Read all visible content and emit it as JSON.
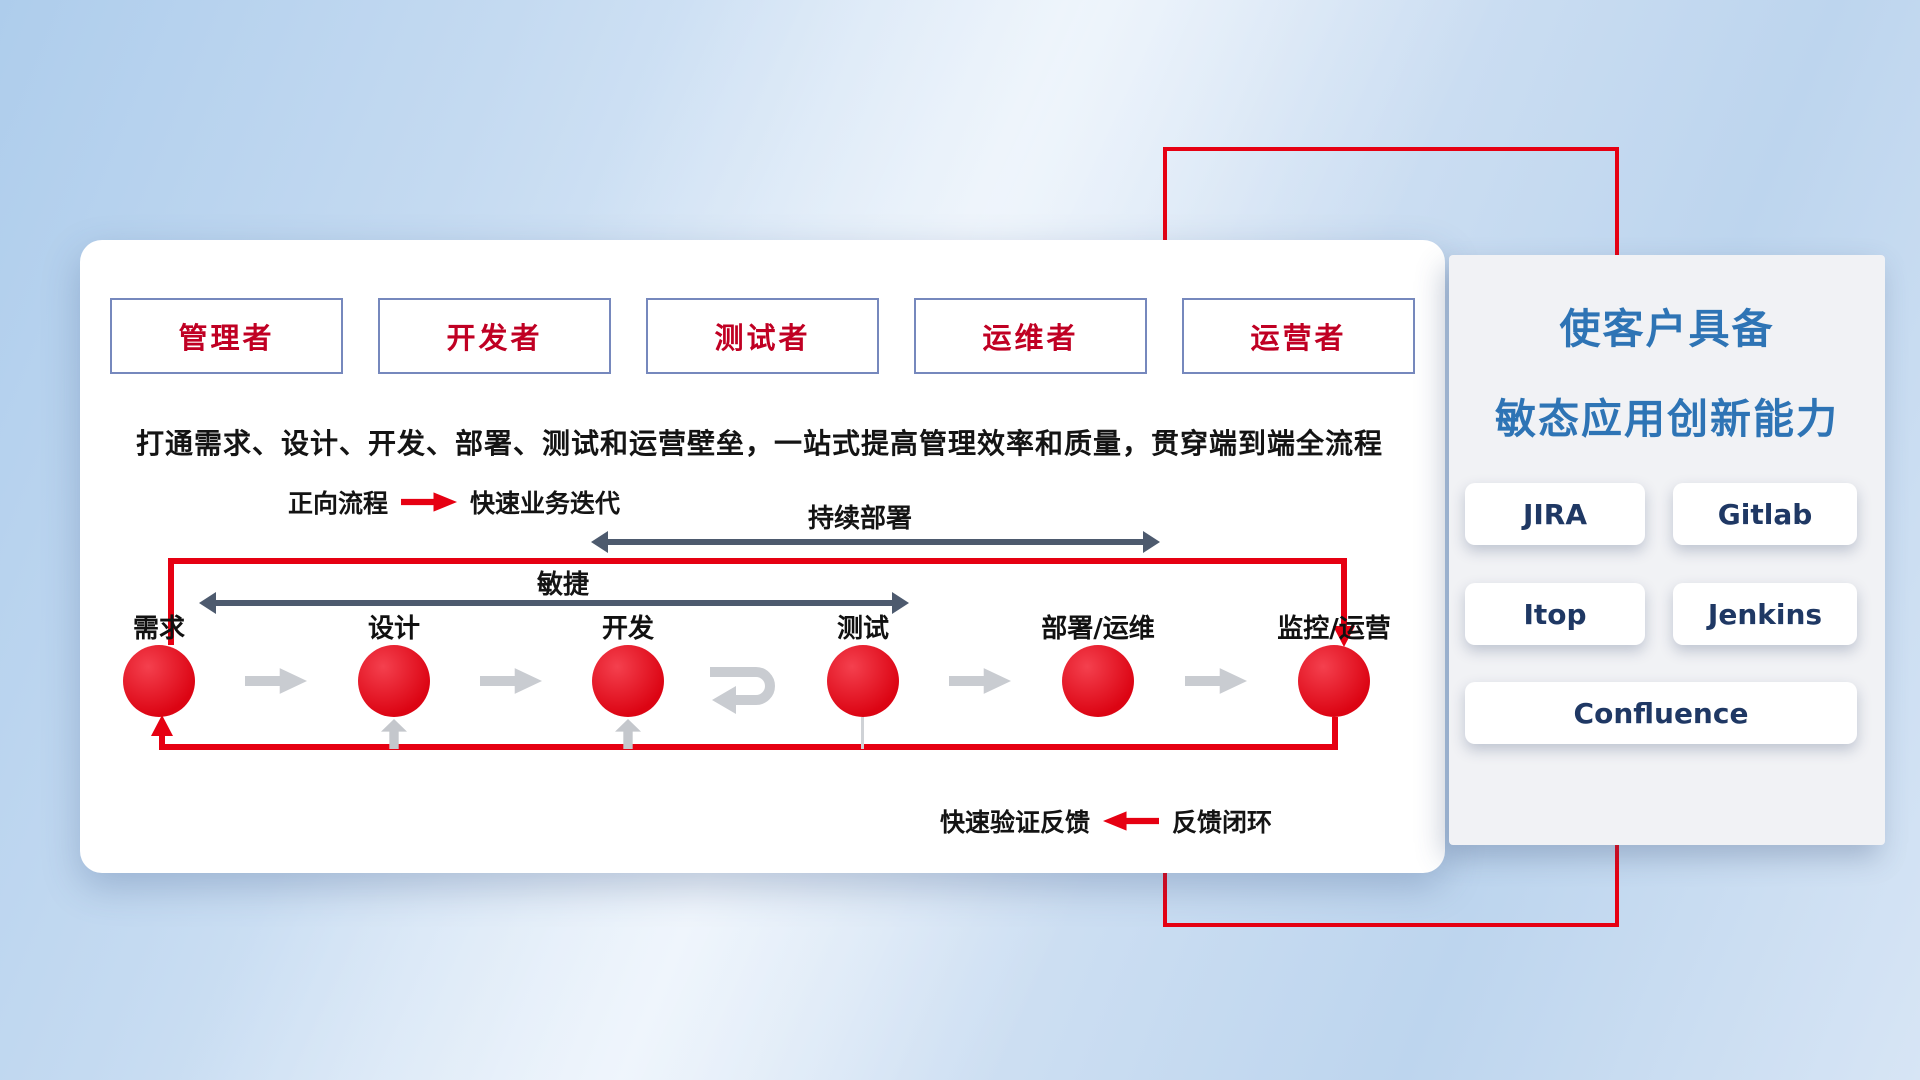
{
  "roles": [
    "管理者",
    "开发者",
    "测试者",
    "运维者",
    "运营者"
  ],
  "description": "打通需求、设计、开发、部署、测试和运营壁垒，一站式提高管理效率和质量，贯穿端到端全流程",
  "forward_legend": {
    "label": "正向流程",
    "caption": "快速业务迭代"
  },
  "feedback_legend": {
    "caption": "快速验证反馈",
    "label": "反馈闭环"
  },
  "flow": {
    "stages": [
      "需求",
      "设计",
      "开发",
      "测试",
      "部署/运维",
      "监控/运营"
    ],
    "agile_label": "敏捷",
    "continuous_deploy_label": "持续部署"
  },
  "capability_panel": {
    "title_line1": "使客户具备",
    "title_line2": "敏态应用创新能力",
    "tools": [
      "JIRA",
      "Gitlab",
      "Itop",
      "Jenkins",
      "Confluence"
    ]
  },
  "icons": {
    "forward_arrow": "red-right-arrow",
    "feedback_arrow": "red-left-arrow",
    "iteration": "gray-loop-arrow",
    "flow_step": "gray-right-arrow"
  },
  "colors": {
    "accent_red": "#e60012",
    "title_blue": "#2e74b5",
    "tool_navy": "#1f3864",
    "dark_arrow": "#4d5a6e",
    "gray_arrow": "#c9ccd1",
    "role_text_red": "#c00023",
    "role_border": "#7688bd"
  }
}
